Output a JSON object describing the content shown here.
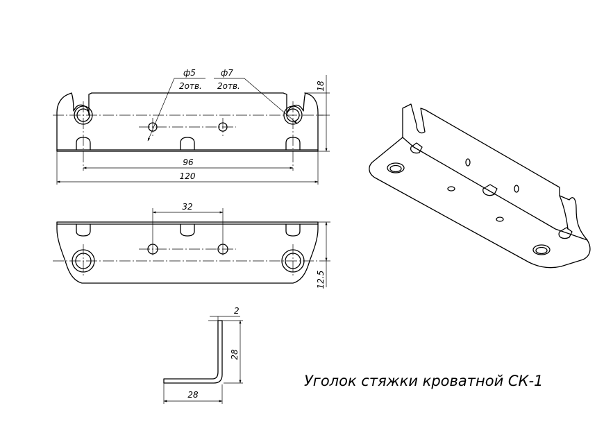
{
  "title": "Уголок стяжки кроватной СК-1",
  "top_view": {
    "hole1_diameter": "ф5",
    "hole1_count": "2отв.",
    "hole2_diameter": "ф7",
    "hole2_count": "2отв.",
    "dim_height": "18",
    "dim_hole_spacing": "96",
    "dim_length": "120"
  },
  "front_view": {
    "dim_center_spacing": "32",
    "dim_height": "12.5"
  },
  "section_view": {
    "dim_thickness": "2",
    "dim_height": "28",
    "dim_width": "28"
  }
}
